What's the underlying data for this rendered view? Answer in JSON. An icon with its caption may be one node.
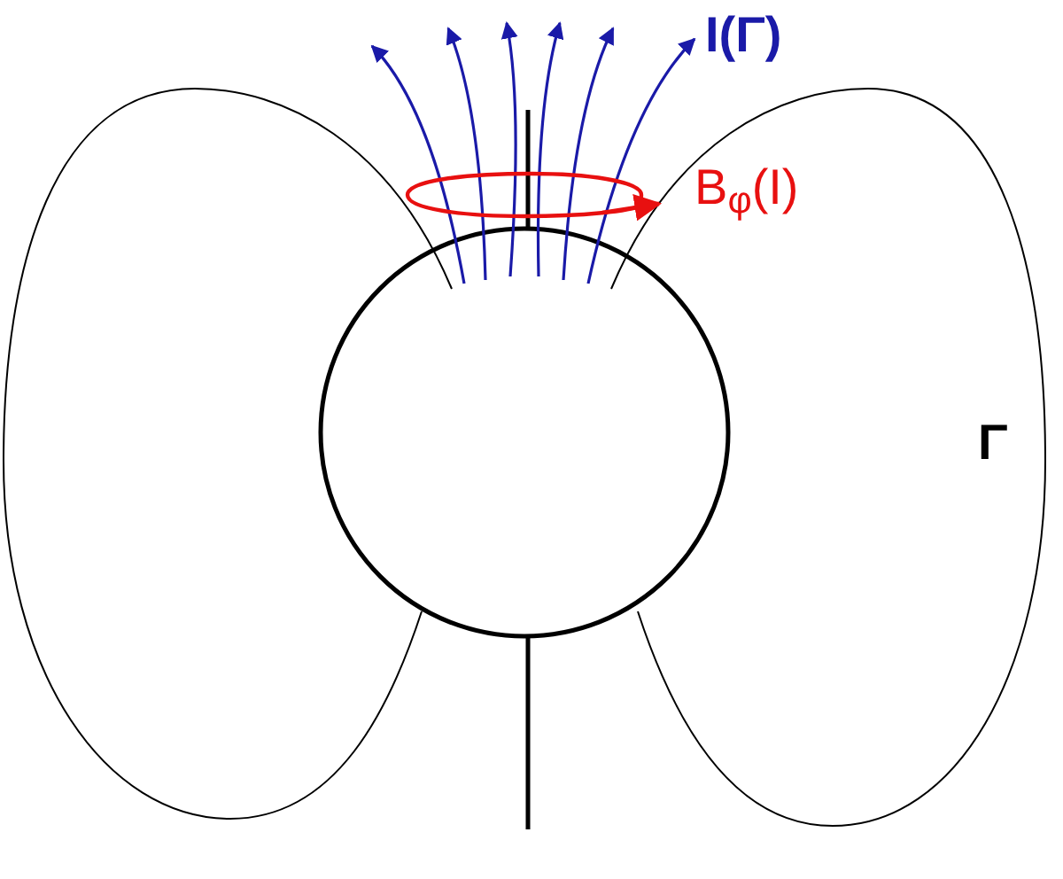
{
  "diagram": {
    "labels": [
      "I(Γ)",
      "B$_{φ}$(I)",
      "Γ"
    ]
  }
}
